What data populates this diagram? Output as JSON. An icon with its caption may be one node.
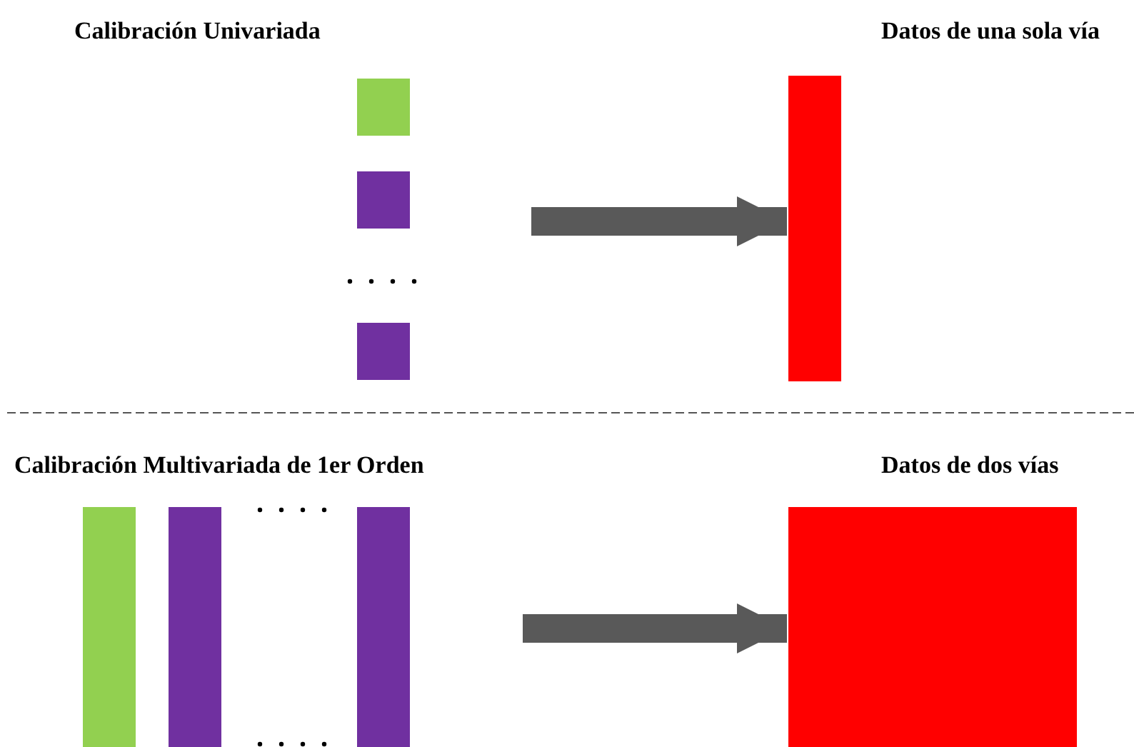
{
  "diagram": {
    "nodes": [
      {
        "text": [],
        "shape": "box"
      },
      {
        "text": [],
        "shape": "box"
      },
      {
        "text": [],
        "shape": "box"
      },
      {
        "text": [
          "Datos de una sola vía"
        ]
      },
      {
        "text": [],
        "shape": "bar"
      },
      {
        "text": [],
        "shape": "bar"
      },
      {
        "text": [],
        "shape": "bar"
      },
      {
        "text": [
          "Datos de dos vías"
        ]
      }
    ],
    "edges": [
      {
        "from": null,
        "to": 3,
        "arrow": "to"
      },
      {
        "from": null,
        "to": 7,
        "arrow": "to"
      }
    ],
    "labels": [
      "Calibración Univariada",
      "Calibración Multivariada de 1er Orden"
    ]
  }
}
